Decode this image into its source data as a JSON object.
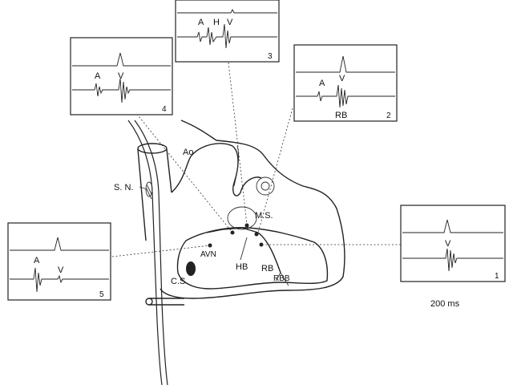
{
  "panels": [
    {
      "number": "1",
      "labels": [
        "V"
      ]
    },
    {
      "number": "2",
      "labels": [
        "A",
        "V",
        "RB"
      ]
    },
    {
      "number": "3",
      "labels": [
        "A",
        "H",
        "V"
      ]
    },
    {
      "number": "4",
      "labels": [
        "A",
        "V"
      ]
    },
    {
      "number": "5",
      "labels": [
        "A",
        "V"
      ]
    }
  ],
  "anatomy": {
    "aorta": "Ao",
    "sinus_node": "S. N.",
    "membranous_septum": "M.S.",
    "av_node": "AVN",
    "his_bundle": "HB",
    "right_bundle": "RB",
    "right_bundle_branching": "RBB",
    "coronary_sinus": "C.S."
  },
  "scale_label": "200 ms"
}
